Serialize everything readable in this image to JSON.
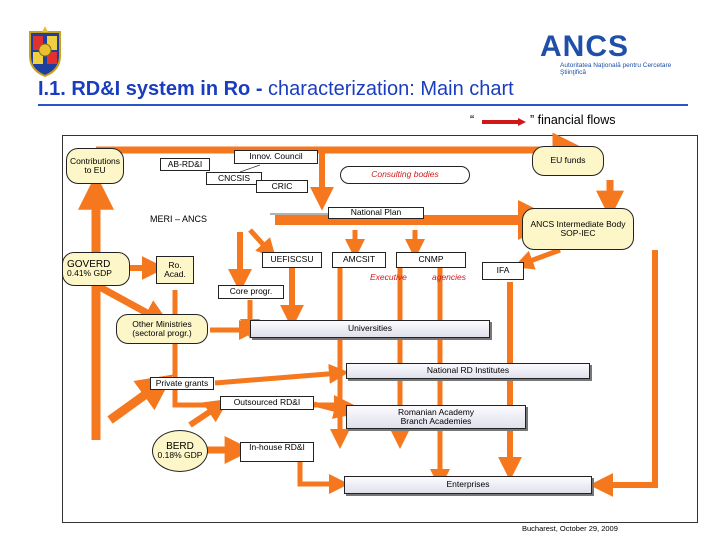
{
  "header": {
    "logo_text": "ANCS",
    "logo_sub": "Autoritatea Naţională pentru Cercetare Ştiinţifică",
    "title_bold": "I.1. RD&I system in Ro -",
    "title_rest": " characterization: Main chart"
  },
  "legend": {
    "quote_open": "“",
    "quote_close": "”",
    "label": "financial flows"
  },
  "colors": {
    "flow": "#f5781e",
    "title": "#1a3dbf",
    "accent_red": "#d01818",
    "box_yellow": "#fdf6c8"
  },
  "nodes": {
    "contributions": "Contributions to EU",
    "eu_funds": "EU funds",
    "innov_council": "Innov. Council",
    "ab_rdi": "AB-RD&I",
    "cncsis": "CNCSIS",
    "cric": "CRIC",
    "consulting": "Consulting bodies",
    "national_plan": "National Plan",
    "meri_ancs": "MERI – ANCS",
    "ancs_ib": "ANCS Intermediate Body SOP-IEC",
    "goverd": "GOVERD",
    "goverd_pct": "0.41% GDP",
    "ro_acad": "Ro. Acad.",
    "uefiscsu": "UEFISCSU",
    "amcsit": "AMCSIT",
    "cnmp": "CNMP",
    "ifa": "IFA",
    "executive": "Executive",
    "agencies": "agencies",
    "core_progr": "Core progr.",
    "other_ministries": "Other Ministries (sectoral progr.)",
    "universities": "Universities",
    "national_rd": "National RD Institutes",
    "private_grants": "Private grants",
    "outsourced": "Outsourced RD&I",
    "romanian_academy": "Romanian Academy",
    "branch_academies": "Branch Academies",
    "berd": "BERD",
    "berd_pct": "0.18% GDP",
    "inhouse": "In-house RD&I",
    "enterprises": "Enterprises"
  },
  "footer": {
    "date": "Bucharest, October 29, 2009"
  }
}
